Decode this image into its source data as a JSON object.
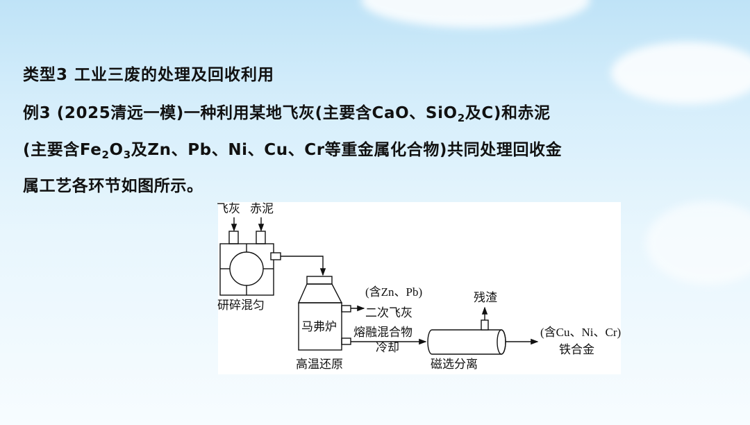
{
  "heading": "类型3  工业三废的处理及回收利用",
  "question": {
    "line1": {
      "a": "例3 (2025清远一模)一种利用某地飞灰(主要含CaO、SiO",
      "sub1": "2",
      "b": "及C)和赤泥"
    },
    "line2": {
      "a": "(主要含Fe",
      "sub1": "2",
      "b": "O",
      "sub2": "3",
      "c": "及Zn、Pb、Ni、Cu、Cr等重金属化合物)共同处理回收金"
    },
    "line3": "属工艺各环节如图所示。"
  },
  "diagram": {
    "input1": "飞灰",
    "input2": "赤泥",
    "step1": "研碎混匀",
    "furnace": "马弗炉",
    "step2": "高温还原",
    "byproduct_note": "(含Zn、Pb)",
    "byproduct": "二次飞灰",
    "stream_top": "熔融混合物",
    "stream_bottom": "冷却",
    "residue": "残渣",
    "step3": "磁选分离",
    "product_note": "(含Cu、Ni、Cr)",
    "product": "铁合金"
  }
}
